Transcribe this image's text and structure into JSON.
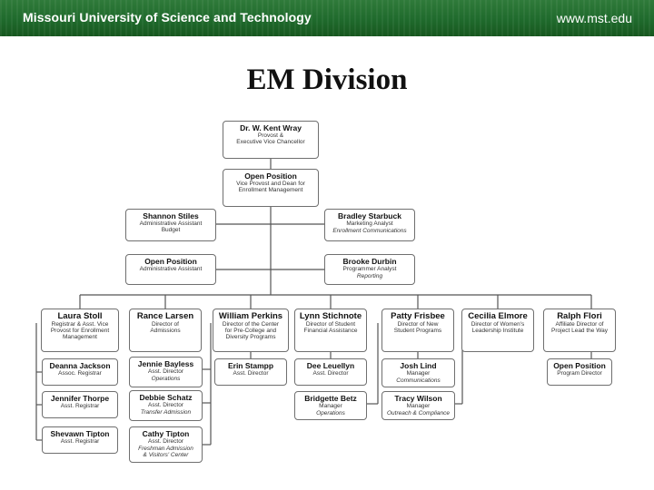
{
  "header": {
    "institution": "Missouri University of Science and Technology",
    "url": "www.mst.edu",
    "brand_color": "#1f6a2c"
  },
  "slide": {
    "title": "EM Division"
  },
  "org": {
    "provost": {
      "name": "Dr. W. Kent Wray",
      "title": "Provost &\nExecutive Vice Chancellor"
    },
    "vp": {
      "name": "Open Position",
      "title": "Vice Provost and Dean for\nEnrollment Management"
    },
    "stiles": {
      "name": "Shannon Stiles",
      "title": "Administrative Assistant\nBudget"
    },
    "starbuck": {
      "name": "Bradley Starbuck",
      "title": "Marketing Analyst",
      "title2": "Enrollment Communications"
    },
    "open_admin": {
      "name": "Open Position",
      "title": "Administrative Assistant"
    },
    "durbin": {
      "name": "Brooke Durbin",
      "title": "Programmer Analyst",
      "title2": "Reporting"
    },
    "stoll": {
      "name": "Laura Stoll",
      "title": "Registrar & Asst. Vice\nProvost for Enrollment\nManagement"
    },
    "larsen": {
      "name": "Rance Larsen",
      "title": "Director of\nAdmissions"
    },
    "perkins": {
      "name": "William Perkins",
      "title": "Director of the Center\nfor Pre-College and\nDiversity Programs"
    },
    "stichnote": {
      "name": "Lynn Stichnote",
      "title": "Director of Student\nFinancial Assistance"
    },
    "frisbee": {
      "name": "Patty Frisbee",
      "title": "Director of New\nStudent Programs"
    },
    "elmore": {
      "name": "Cecilia Elmore",
      "title": "Director of Women's\nLeadership Institute"
    },
    "flori": {
      "name": "Ralph Flori",
      "title": "Affiliate Director of\nProject Lead the Way"
    },
    "jackson": {
      "name": "Deanna Jackson",
      "title": "Assoc. Registrar"
    },
    "thorpe": {
      "name": "Jennifer Thorpe",
      "title": "Asst. Registrar"
    },
    "tipton_s": {
      "name": "Shevawn Tipton",
      "title": "Asst. Registrar"
    },
    "bayless": {
      "name": "Jennie Bayless",
      "title": "Asst. Director",
      "title2": "Operations"
    },
    "schatz": {
      "name": "Debbie Schatz",
      "title": "Asst. Director",
      "title2": "Transfer Admission"
    },
    "tipton_c": {
      "name": "Cathy Tipton",
      "title": "Asst. Director",
      "title2": "Freshman Admission\n& Visitors' Center"
    },
    "stampp": {
      "name": "Erin Stampp",
      "title": "Asst. Director"
    },
    "leuellyn": {
      "name": "Dee Leuellyn",
      "title": "Asst. Director"
    },
    "betz": {
      "name": "Bridgette Betz",
      "title": "Manager",
      "title2": "Operations"
    },
    "lind": {
      "name": "Josh Lind",
      "title": "Manager",
      "title2": "Communications"
    },
    "wilson": {
      "name": "Tracy Wilson",
      "title": "Manager",
      "title2": "Outreach & Compliance"
    },
    "open_program": {
      "name": "Open Position",
      "title": "Program Director"
    }
  }
}
